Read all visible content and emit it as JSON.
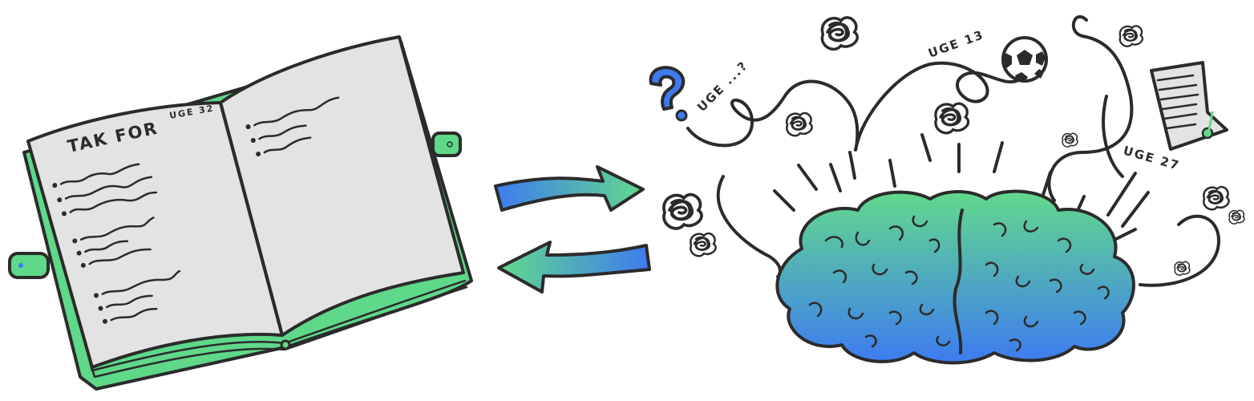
{
  "notebook": {
    "heading": "TAK FOR",
    "week_label": "UGE 32"
  },
  "thoughts": {
    "week_unknown": "UGE ...?",
    "week_13": "UGE 13",
    "week_27": "UGE 27"
  },
  "colors": {
    "notebook_cover": "#5fd88a",
    "page": "#e3e3e3",
    "gradient_blue": "#3d7bf0",
    "gradient_green": "#62d98c",
    "ink": "#2b2b2b"
  },
  "icons": [
    "question-mark-icon",
    "soccer-ball-icon",
    "document-check-icon",
    "brain-icon",
    "scribble-cloud-icon",
    "exchange-arrows-icon"
  ]
}
